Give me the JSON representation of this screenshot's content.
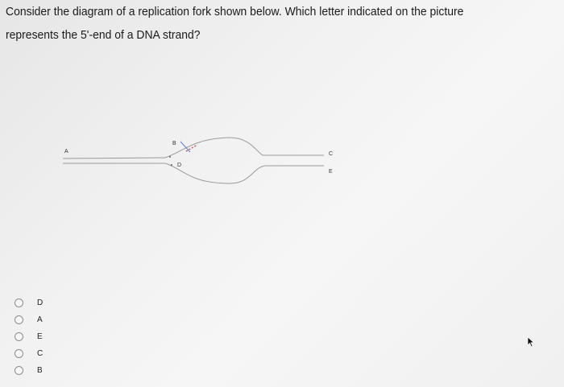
{
  "question": {
    "line1": "Consider the diagram of a replication fork shown below. Which letter indicated on the picture",
    "line2": "represents the 5'-end of a DNA strand?"
  },
  "diagram": {
    "labels": {
      "A": "A",
      "B": "B",
      "C": "C",
      "D": "D",
      "E": "E"
    },
    "colors": {
      "strand": "#9a9a9a",
      "primer": "#5b7fd6",
      "primer_tip": "#c23a3a"
    }
  },
  "options": [
    {
      "label": "D"
    },
    {
      "label": "A"
    },
    {
      "label": "E"
    },
    {
      "label": "C"
    },
    {
      "label": "B"
    }
  ],
  "cursor_icon": "mouse-pointer-icon"
}
